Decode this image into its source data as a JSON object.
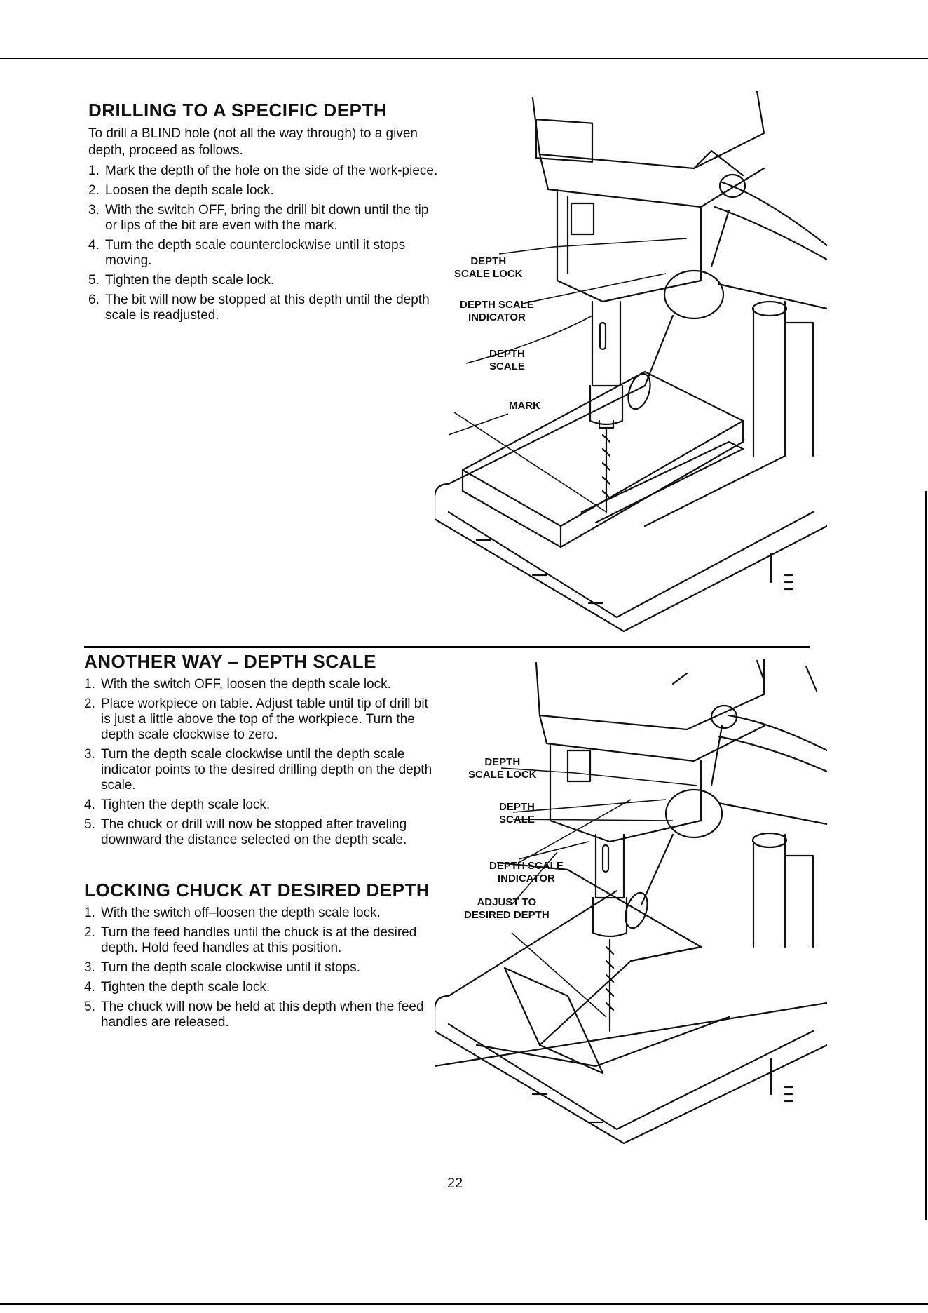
{
  "section1": {
    "heading": "DRILLING TO A SPECIFIC DEPTH",
    "intro": "To drill a BLIND hole (not all the way through) to a given depth, proceed as follows.",
    "steps": [
      {
        "num": "1.",
        "text": "Mark the depth of the hole on the side of the work-piece."
      },
      {
        "num": "2.",
        "text": "Loosen the depth scale lock."
      },
      {
        "num": "3.",
        "text": "With the switch OFF, bring the drill bit down until the tip or lips of the bit are even with the mark."
      },
      {
        "num": "4.",
        "text": "Turn the depth scale counterclockwise until it stops moving."
      },
      {
        "num": "5.",
        "text": "Tighten the depth scale lock."
      },
      {
        "num": "6.",
        "text": "The bit will now be stopped at this depth until the depth scale is readjusted."
      }
    ]
  },
  "figure1": {
    "callouts": {
      "depth_scale_lock": [
        "DEPTH",
        "SCALE LOCK"
      ],
      "depth_scale_indicator": [
        "DEPTH SCALE",
        "INDICATOR"
      ],
      "depth_scale": [
        "DEPTH",
        "SCALE"
      ],
      "mark": [
        "MARK"
      ]
    }
  },
  "section2": {
    "heading": "ANOTHER WAY – DEPTH SCALE",
    "steps": [
      {
        "num": "1.",
        "text": "With the switch OFF, loosen the depth scale lock."
      },
      {
        "num": "2.",
        "text": "Place workpiece on table. Adjust table until tip of drill bit is just a little above the top of the workpiece. Turn the depth scale clockwise to zero."
      },
      {
        "num": "3.",
        "text": "Turn the depth scale clockwise until the depth scale indicator points to the desired drilling depth on the depth scale."
      },
      {
        "num": "4.",
        "text": "Tighten the depth scale lock."
      },
      {
        "num": "5.",
        "text": "The chuck or drill will now be stopped after traveling downward the distance selected on the depth scale."
      }
    ]
  },
  "section3": {
    "heading": "LOCKING CHUCK AT DESIRED DEPTH",
    "steps": [
      {
        "num": "1.",
        "text": "With the switch off–loosen the depth scale lock."
      },
      {
        "num": "2.",
        "text": "Turn the feed handles until the chuck is at the desired depth. Hold feed handles at this position."
      },
      {
        "num": "3.",
        "text": "Turn the depth scale clockwise until it stops."
      },
      {
        "num": "4.",
        "text": "Tighten the depth scale lock."
      },
      {
        "num": "5.",
        "text": "The chuck will now be held at this depth when the feed handles are released."
      }
    ]
  },
  "figure2": {
    "callouts": {
      "depth_scale_lock": [
        "DEPTH",
        "SCALE LOCK"
      ],
      "depth_scale": [
        "DEPTH",
        "SCALE"
      ],
      "depth_scale_indicator": [
        "DEPTH SCALE",
        "INDICATOR"
      ],
      "adjust": [
        "ADJUST TO",
        "DESIRED DEPTH"
      ]
    }
  },
  "page_number": "22"
}
